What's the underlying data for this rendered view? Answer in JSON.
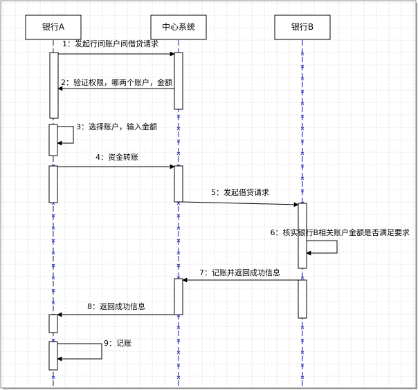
{
  "actors": [
    {
      "id": "a",
      "name": "银行A"
    },
    {
      "id": "c",
      "name": "中心系统"
    },
    {
      "id": "b",
      "name": "银行B"
    }
  ],
  "messages": [
    {
      "text": "1：发起行间账户间借贷请求",
      "from": "a",
      "to": "c"
    },
    {
      "text": "2：验证权限，哪两个账户，金额",
      "from": "c",
      "to": "a"
    },
    {
      "text": "3：选择账户，输入金额",
      "from": "a",
      "to": "a"
    },
    {
      "text": "4：资金转账",
      "from": "a",
      "to": "c"
    },
    {
      "text": "5：发起借贷请求",
      "from": "c",
      "to": "b"
    },
    {
      "text": "6：核实银行B相关账户金额是否满足要求",
      "from": "b",
      "to": "b"
    },
    {
      "text": "7：记账并返回成功信息",
      "from": "b",
      "to": "c"
    },
    {
      "text": "8：返回成功信息",
      "from": "c",
      "to": "a"
    },
    {
      "text": "9：记账",
      "from": "a",
      "to": "a"
    }
  ],
  "colors": {
    "grid": "#c8c8c8",
    "line": "#000000",
    "lifeline": "#1a1a80",
    "marker": "#3344cc",
    "activation": "#ffffff"
  }
}
